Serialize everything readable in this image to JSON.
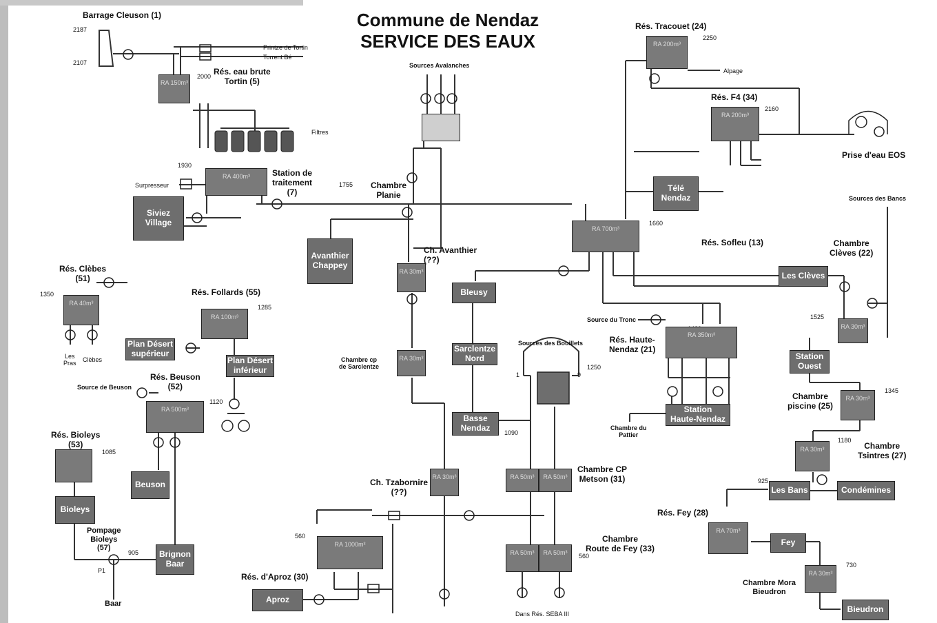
{
  "title": {
    "line1": "Commune de Nendaz",
    "line2": "SERVICE DES EAUX"
  },
  "labels": {
    "barrage": "Barrage Cleuson (1)",
    "printze": "Printze de Tortin",
    "torrent": "Torrent Bé",
    "eau_brute": "Rés. eau brute\nTortin (5)",
    "filtres": "Filtres",
    "surpresseur": "Surpresseur",
    "station_traitement": "Station de\ntraitement\n(7)",
    "sources_avalanches": "Sources Avalanches",
    "chambre_planie": "Chambre\nPlanie",
    "tracouet": "Rés. Tracouet (24)",
    "alpage": "Alpage",
    "f4": "Rés. F4 (34)",
    "prise_eos": "Prise d'eau EOS",
    "sources_bancs": "Sources des Bancs",
    "sofleu": "Rés. Sofleu (13)",
    "chambre_cleves": "Chambre\nClèves (22)",
    "ch_avanthier": "Ch. Avanthier\n(??)",
    "res_cleves": "Rés. Clèbes\n(51)",
    "les_pras": "Les\nPras",
    "clebes": "Clèbes",
    "follards": "Rés. Follards (55)",
    "source_tronc": "Source du Tronc",
    "haute_nendaz": "Rés. Haute-\nNendaz (21)",
    "chambre_sarclentze": "Chambre cp\nde Sarclentze",
    "sources_bouillets": "Sources des Bouillets",
    "source_beuson": "Source de Beuson",
    "beuson_res": "Rés. Beuson\n(52)",
    "chambre_piscine": "Chambre\npiscine (25)",
    "chambre_pattier": "Chambre du\nPattier",
    "chambre_tsintres": "Chambre\nTsintres (27)",
    "bioleys_res": "Rés. Bioleys\n(53)",
    "tzabornire": "Ch. Tzabornire\n(??)",
    "cp_metson": "Chambre CP\nMetson (31)",
    "pompage": "Pompage\nBioleys\n(57)",
    "p1": "P1",
    "baar": "Baar",
    "fey_res": "Rés. Fey (28)",
    "route_fey": "Chambre\nRoute de Fey (33)",
    "aproz_res": "Rés. d'Aproz (30)",
    "seba": "Dans Rés. SEBA III",
    "mora": "Chambre Mora\nBieudron",
    "num1": "1",
    "num9": "9"
  },
  "elevations": {
    "e2187": "2187",
    "e2107": "2107",
    "e2000": "2000",
    "e1930": "1930",
    "e1755": "1755",
    "e2250": "2250",
    "e2160": "2160",
    "e1660": "1660",
    "e1350": "1350",
    "e1285": "1285",
    "e1430": "1430",
    "e1525": "1525",
    "e1250": "1250",
    "e1120": "1120",
    "e1345": "1345",
    "e1085": "1085",
    "e1090": "1090",
    "e1180": "1180",
    "e925": "925",
    "e905": "905",
    "e560a": "560",
    "e560b": "560",
    "e730": "730"
  },
  "boxes": {
    "siviez": "Siviez\nVillage",
    "avanthier": "Avanthier\nChappey",
    "tele": "Télé\nNendaz",
    "bleusy": "Bleusy",
    "les_cleves": "Les Clèves",
    "plan_sup": "Plan Désert\nsupérieur",
    "plan_inf": "Plan Désert\ninférieur",
    "sarclentze_nord": "Sarclentze\nNord",
    "station_ouest": "Station\nOuest",
    "station_hn": "Station\nHaute-Nendaz",
    "basse_nendaz": "Basse\nNendaz",
    "beuson": "Beuson",
    "bioleys": "Bioleys",
    "brignon": "Brignon\nBaar",
    "les_bans": "Les Bans",
    "condemines": "Condémines",
    "fey": "Fey",
    "aproz": "Aproz",
    "bieudron": "Bieudron"
  },
  "tanks": {
    "t150": "RA 150m³",
    "t400": "RA 400m³",
    "t200a": "RA 200m³",
    "t200b": "RA 200m³",
    "t700": "RA 700m³",
    "t30a": "RA 30m³",
    "t40": "RA 40m³",
    "t100": "RA 100m³",
    "t350": "RA 350m³",
    "t30b": "RA 30m³",
    "t30c": "RA 30m³",
    "t500": "RA 500m³",
    "t30d": "RA 30m³",
    "t30e": "RA 30m³",
    "t50a": "RA 50m³",
    "t50b": "RA 50m³",
    "t30f": "RA 30m³",
    "t1000": "RA 1000m³",
    "t50c": "RA 50m³",
    "t50d": "RA 50m³",
    "t70": "RA 70m³",
    "t30g": "RA 30m³"
  }
}
